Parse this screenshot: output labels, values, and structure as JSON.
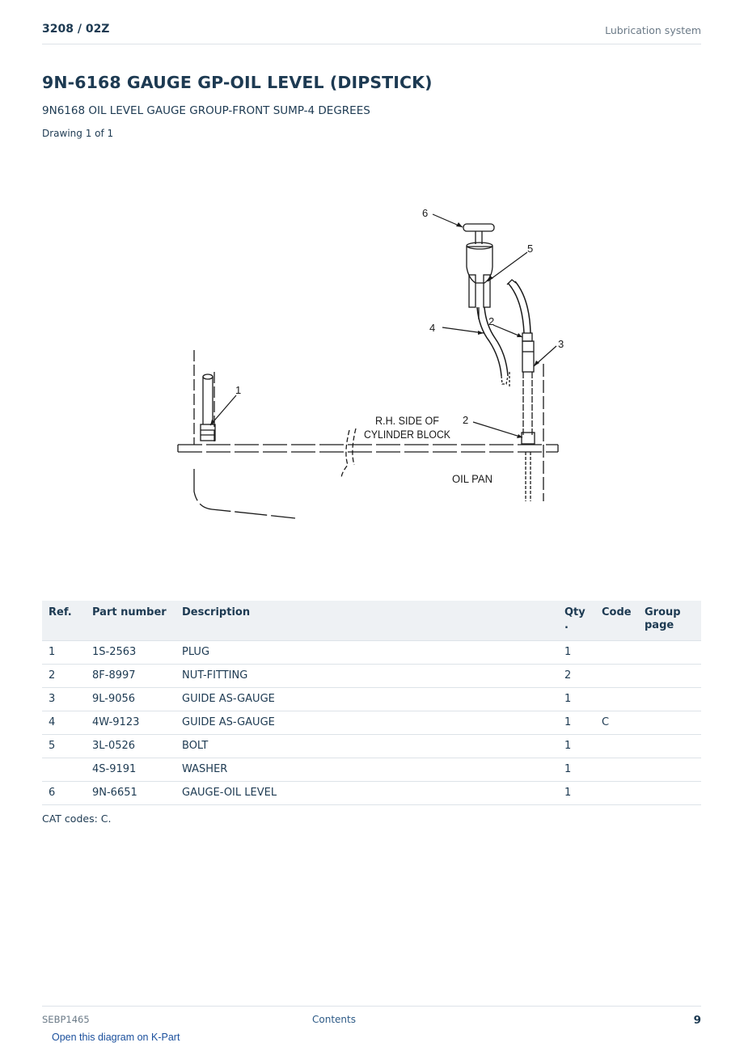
{
  "header": {
    "model": "3208  /  02Z",
    "section": "Lubrication system"
  },
  "title": "9N-6168 GAUGE GP-OIL LEVEL (DIPSTICK)",
  "subtitle": "9N6168 OIL LEVEL GAUGE GROUP-FRONT SUMP-4 DEGREES",
  "drawing_count": "Drawing 1 of 1",
  "diagram": {
    "callouts": [
      "1",
      "2",
      "2",
      "3",
      "4",
      "5",
      "6"
    ],
    "label_side_line1": "R.H. SIDE OF",
    "label_side_line2": "CYLINDER BLOCK",
    "label_pan": "OIL PAN"
  },
  "table": {
    "headers": {
      "ref": "Ref.",
      "part_number": "Part number",
      "description": "Description",
      "qty_line1": "Qty",
      "qty_line2": ".",
      "code": "Code",
      "group_line1": "Group",
      "group_line2": "page"
    },
    "rows": [
      {
        "ref": "1",
        "part_number": "1S-2563",
        "description": "PLUG",
        "qty": "1",
        "code": "",
        "group_page": ""
      },
      {
        "ref": "2",
        "part_number": "8F-8997",
        "description": "NUT-FITTING",
        "qty": "2",
        "code": "",
        "group_page": ""
      },
      {
        "ref": "3",
        "part_number": "9L-9056",
        "description": "GUIDE AS-GAUGE",
        "qty": "1",
        "code": "",
        "group_page": ""
      },
      {
        "ref": "4",
        "part_number": "4W-9123",
        "description": "GUIDE AS-GAUGE",
        "qty": "1",
        "code": "C",
        "group_page": ""
      },
      {
        "ref": "5",
        "part_number": "3L-0526",
        "description": "BOLT",
        "qty": "1",
        "code": "",
        "group_page": ""
      },
      {
        "ref": "",
        "part_number": "4S-9191",
        "description": "WASHER",
        "qty": "1",
        "code": "",
        "group_page": ""
      },
      {
        "ref": "6",
        "part_number": "9N-6651",
        "description": "GAUGE-OIL LEVEL",
        "qty": "1",
        "code": "",
        "group_page": ""
      }
    ]
  },
  "cat_codes": "CAT codes: C.",
  "footer": {
    "doc_id": "SEBP1465",
    "contents_label": "Contents",
    "page_number": "9"
  },
  "kpart_link": "Open this diagram on K-Part"
}
